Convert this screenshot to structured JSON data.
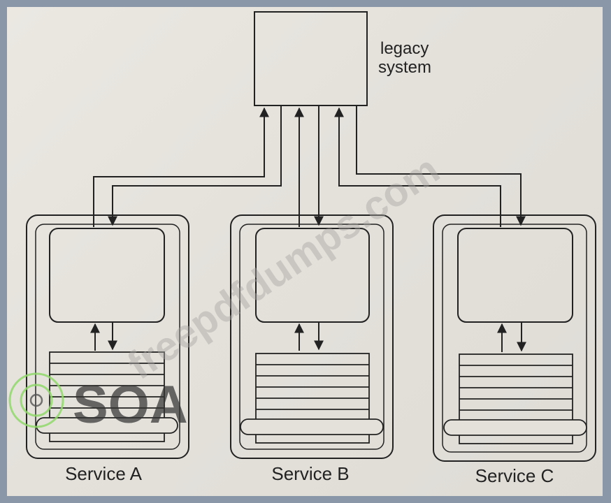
{
  "legacy": {
    "line1": "legacy",
    "line2": "system"
  },
  "services": [
    {
      "label": "Service A"
    },
    {
      "label": "Service B"
    },
    {
      "label": "Service C"
    }
  ],
  "watermark": {
    "text": "freepdfdumps.com",
    "logo_text": "SOA"
  },
  "colors": {
    "frame": "#8a97a8",
    "paper": "#e6e3dd",
    "ink": "#222222",
    "watermark_green": "#8fd86a"
  }
}
